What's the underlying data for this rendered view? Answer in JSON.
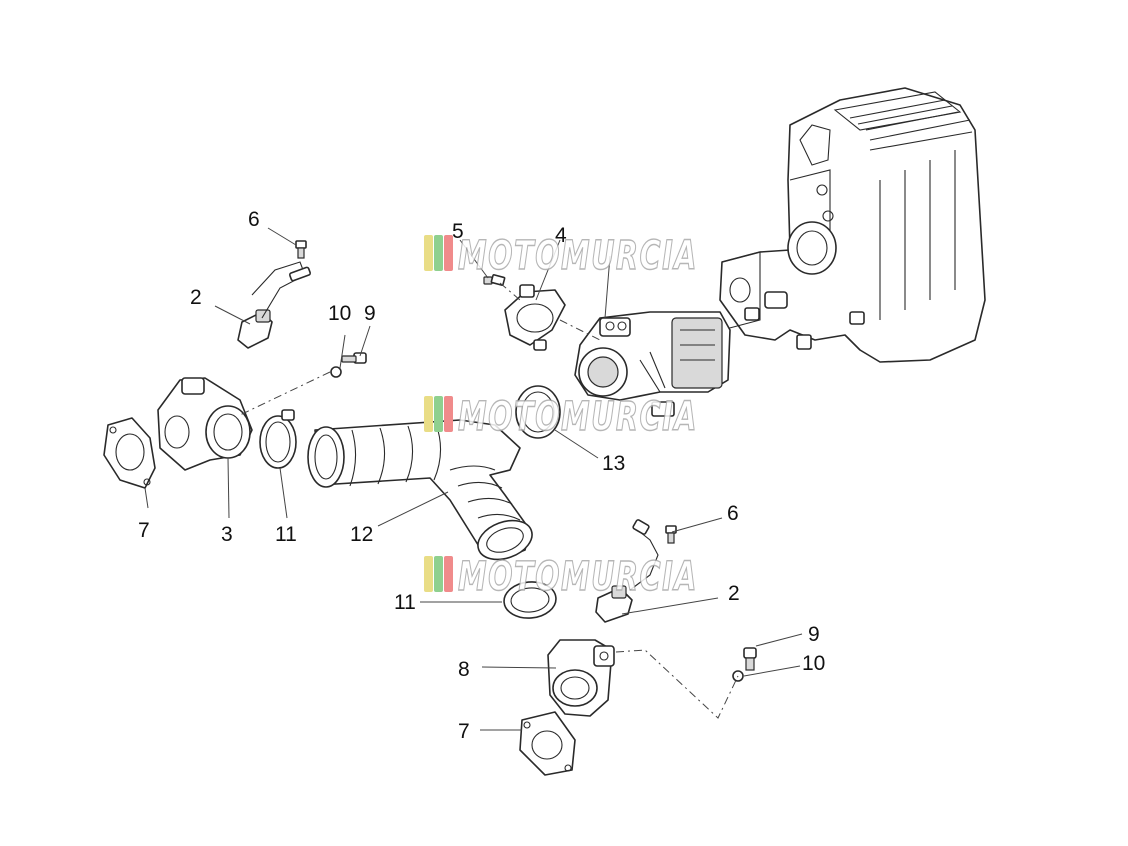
{
  "watermark": {
    "text": "MOTOMURCIA",
    "stripe_colors": [
      "#e9dd86",
      "#8fd08f",
      "#f08b8b"
    ]
  },
  "callouts": {
    "c6a": "6",
    "c2a": "2",
    "c10a": "10",
    "c9a": "9",
    "c7a": "7",
    "c3": "3",
    "c11a": "11",
    "c12": "12",
    "c5": "5",
    "c4": "4",
    "c13": "13",
    "c6b": "6",
    "c11b": "11",
    "c2b": "2",
    "c9b": "9",
    "c10b": "10",
    "c8": "8",
    "c7b": "7"
  }
}
